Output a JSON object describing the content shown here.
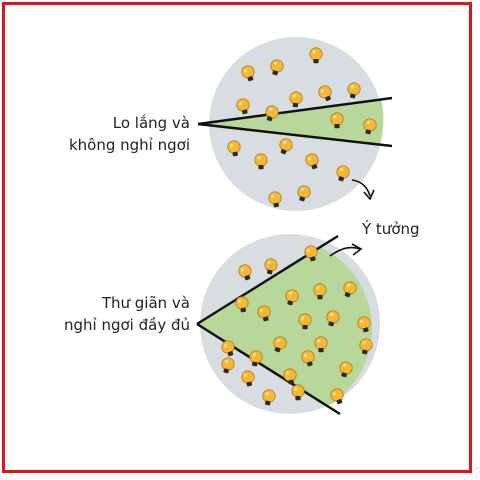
{
  "colors": {
    "frame": "#e0141b",
    "circle": "#d8dde2",
    "wedge": "#b8d79b",
    "bulb": "#f7b733",
    "bulb_outline": "#2a2a2a",
    "line": "#111111",
    "text": "#222222"
  },
  "labels": {
    "worried_line1": "Lo lắng và",
    "worried_line2": "không nghỉ ngơi",
    "idea": "Ý tưởng",
    "rested_line1": "Thư giãn và",
    "rested_line2": "nghỉ ngơi đầy đủ"
  },
  "icons": {
    "bulb": "lightbulb-icon",
    "arrow": "curved-arrow-icon"
  },
  "panels": {
    "worried": {
      "bulb_count": 17
    },
    "rested": {
      "bulb_count": 24
    }
  }
}
